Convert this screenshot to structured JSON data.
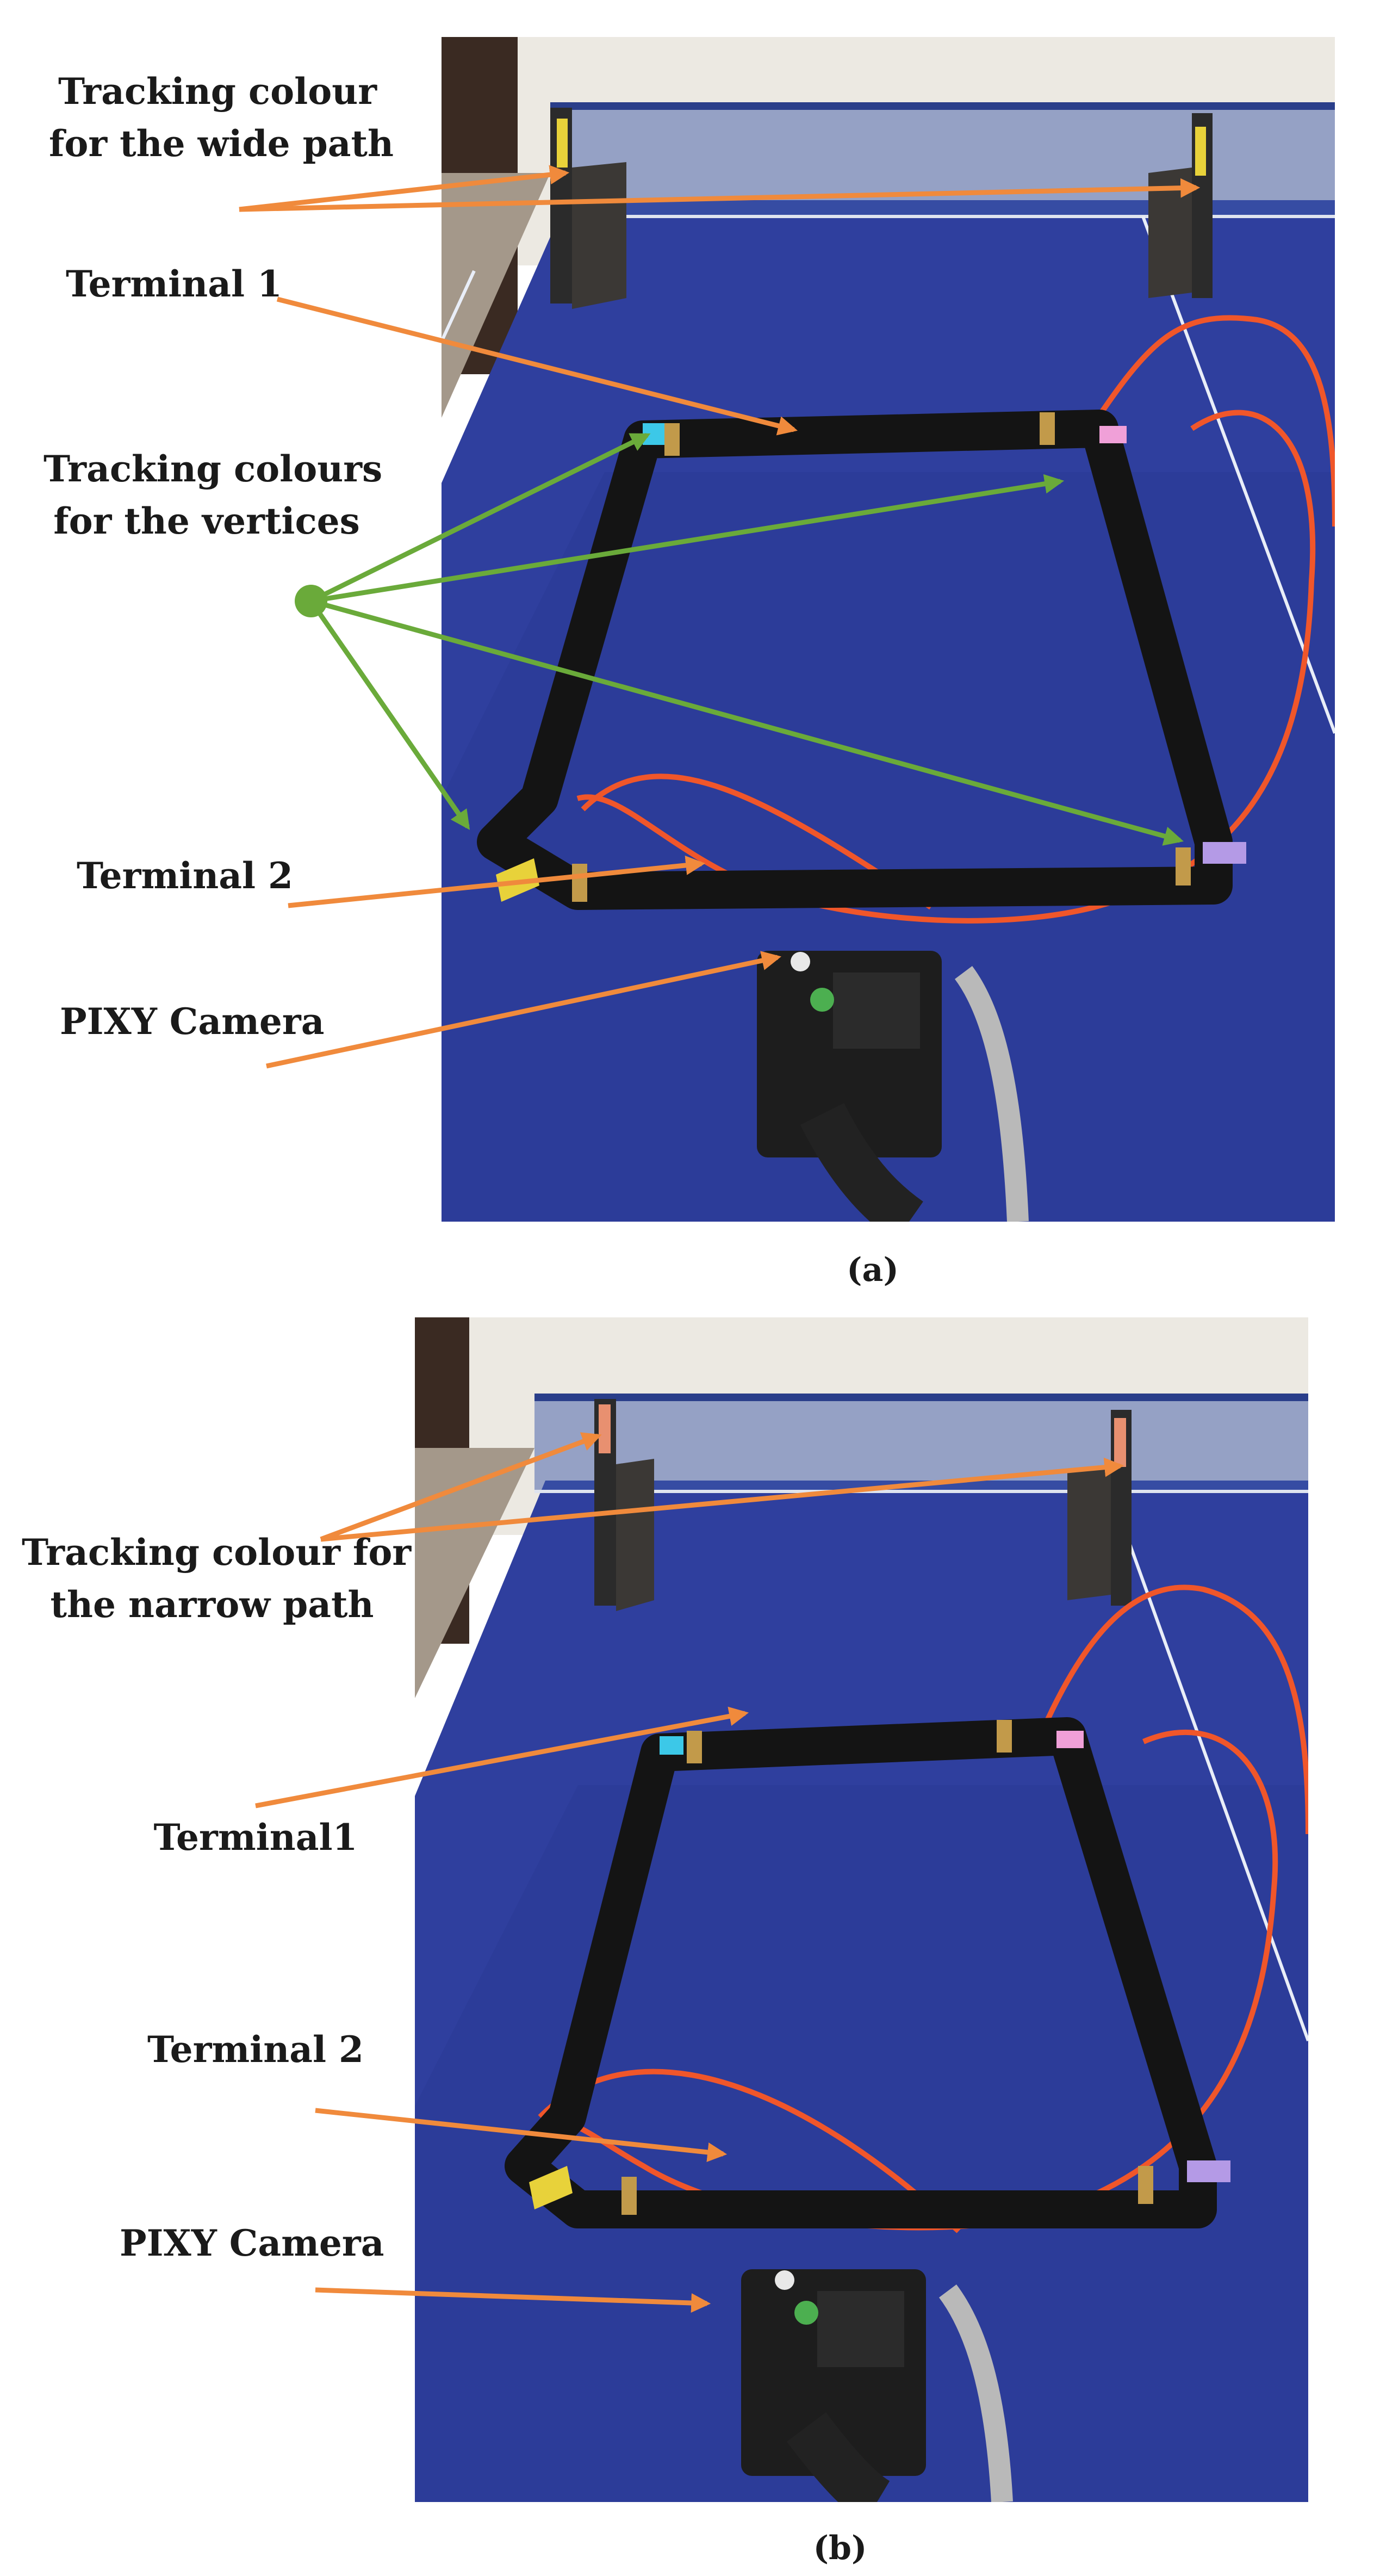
{
  "panel_a": {
    "caption": "(a)",
    "labels": {
      "wide_path_line1": "Tracking colour",
      "wide_path_line2": "for the wide path",
      "terminal1": "Terminal 1",
      "vertices_line1": "Tracking colours",
      "vertices_line2": "for the vertices",
      "terminal2": "Terminal 2",
      "camera": "PIXY Camera"
    }
  },
  "panel_b": {
    "caption": "(b)",
    "labels": {
      "narrow_path_line1": "Tracking colour for",
      "narrow_path_line2": "the narrow path",
      "terminal1": "Terminal1",
      "terminal2": "Terminal 2",
      "camera": "PIXY Camera"
    }
  },
  "colors": {
    "orange_arrow": "#f08a3c",
    "green_arrow": "#6aaa3a",
    "table_blue": "#2f3f9e",
    "tube_black": "#141414",
    "hose_orange": "#f0562a",
    "tag_yellow": "#e8d23a",
    "tag_cyan": "#3cc8e8",
    "tag_pink": "#f0a0d8",
    "tag_purple": "#b49ae6",
    "tag_copper": "#e89070"
  }
}
